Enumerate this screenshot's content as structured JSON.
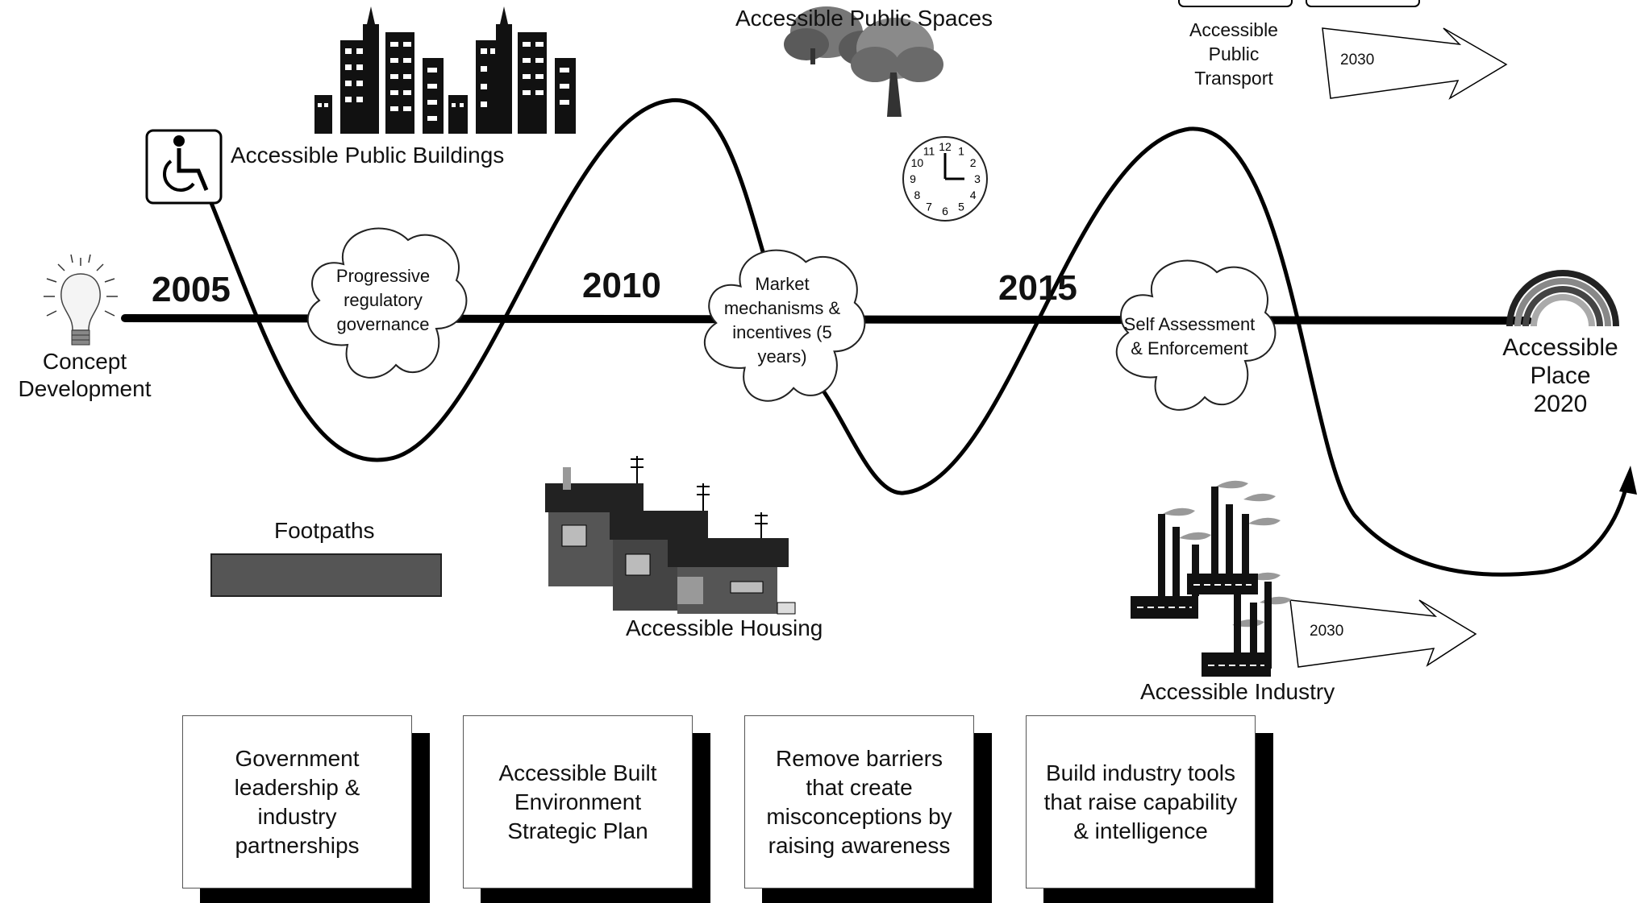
{
  "start": {
    "label": "Concept\nDevelopment"
  },
  "end": {
    "label": "Accessible\nPlace\n2020"
  },
  "years": [
    "2005",
    "2010",
    "2015"
  ],
  "clouds": [
    {
      "text": "Progressive\nregulatory\ngovernance"
    },
    {
      "text": "Market\nmechanisms &\nincentives (5\nyears)"
    },
    {
      "text": "Self Assessment\n& Enforcement"
    }
  ],
  "milestones": {
    "buildings": "Accessible Public Buildings",
    "spaces": "Accessible Public Spaces",
    "transport": "Accessible\nPublic\nTransport",
    "housing": "Accessible Housing",
    "industry": "Accessible Industry",
    "footpaths": "Footpaths"
  },
  "arrows": [
    "2030",
    "2030"
  ],
  "strategy_boxes": [
    "Government\nleadership &\nindustry\npartnerships",
    "Accessible Built\nEnvironment\nStrategic Plan",
    "Remove barriers\nthat create\nmisconceptions by\nraising awareness",
    "Build industry tools\nthat raise capability\n& intelligence"
  ],
  "clock_numbers": [
    "12",
    "1",
    "2",
    "3",
    "4",
    "5",
    "6",
    "7",
    "8",
    "9",
    "10",
    "11"
  ]
}
